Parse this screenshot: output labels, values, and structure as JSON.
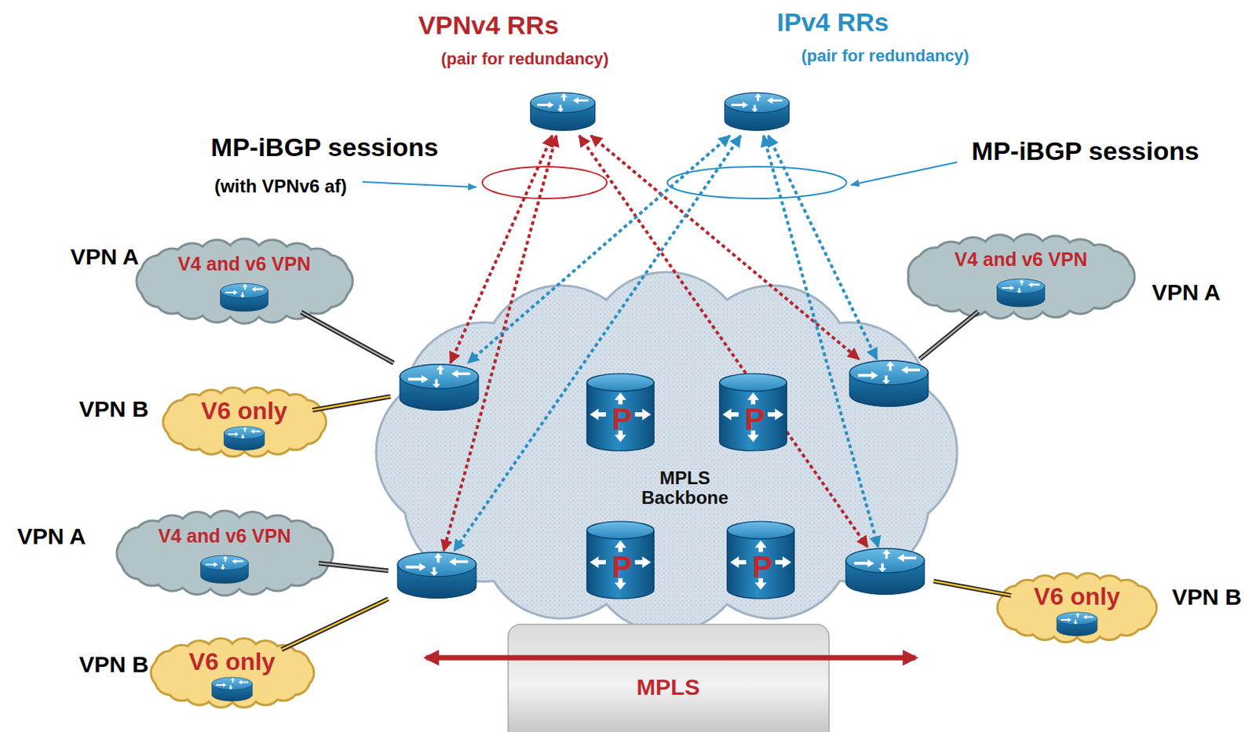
{
  "diagram": {
    "nodes": [
      {
        "text": [
          "VPNv4 RRs",
          "(pair for redundancy)"
        ]
      },
      {
        "text": [
          "IPv4 RRs",
          "(pair for redundancy)"
        ]
      },
      {
        "text": [
          "V4 and v6 VPN"
        ]
      },
      {
        "text": [
          "V4 and v6 VPN"
        ]
      },
      {
        "text": [
          "MPLS Backbone"
        ]
      },
      {
        "text": [],
        "in": 4
      },
      {
        "text": [
          "P"
        ],
        "in": 4
      },
      {
        "text": [
          "P"
        ],
        "in": 4
      },
      {
        "text": [],
        "in": 4
      },
      {
        "text": [
          "V6 only"
        ]
      },
      {
        "text": [
          "V4 and v6 VPN"
        ]
      },
      {
        "text": [
          "P"
        ],
        "in": 4
      },
      {
        "text": [
          "P"
        ],
        "in": 4
      },
      {
        "text": [],
        "in": 4
      },
      {
        "text": [],
        "in": 4
      },
      {
        "text": [
          "V6 only"
        ]
      },
      {
        "text": [
          "V6 only"
        ]
      },
      {
        "text": [
          "MPLS"
        ]
      }
    ],
    "edges": [
      {
        "from": 0,
        "to": 5,
        "arrow": "both"
      },
      {
        "from": 0,
        "to": 13,
        "arrow": "both"
      },
      {
        "from": 0,
        "to": 8,
        "arrow": "both"
      },
      {
        "from": 0,
        "to": 14,
        "arrow": "both"
      },
      {
        "from": 1,
        "to": 5,
        "arrow": "both"
      },
      {
        "from": 1,
        "to": 13,
        "arrow": "both"
      },
      {
        "from": 1,
        "to": 8,
        "arrow": "both"
      },
      {
        "from": 1,
        "to": 14,
        "arrow": "both"
      },
      {
        "from": 2,
        "to": 5,
        "arrow": "none"
      },
      {
        "from": 9,
        "to": 5,
        "arrow": "none"
      },
      {
        "from": 10,
        "to": 13,
        "arrow": "none"
      },
      {
        "from": 16,
        "to": 13,
        "arrow": "none"
      },
      {
        "from": 3,
        "to": 8,
        "arrow": "none"
      },
      {
        "from": 15,
        "to": 14,
        "arrow": "none"
      }
    ],
    "labels": [
      "MP-iBGP sessions",
      "(with VPNv6 af)",
      "MP-iBGP sessions",
      "VPN A",
      "VPN A",
      "VPN B",
      "VPN A",
      "VPN B",
      "VPN B"
    ]
  }
}
